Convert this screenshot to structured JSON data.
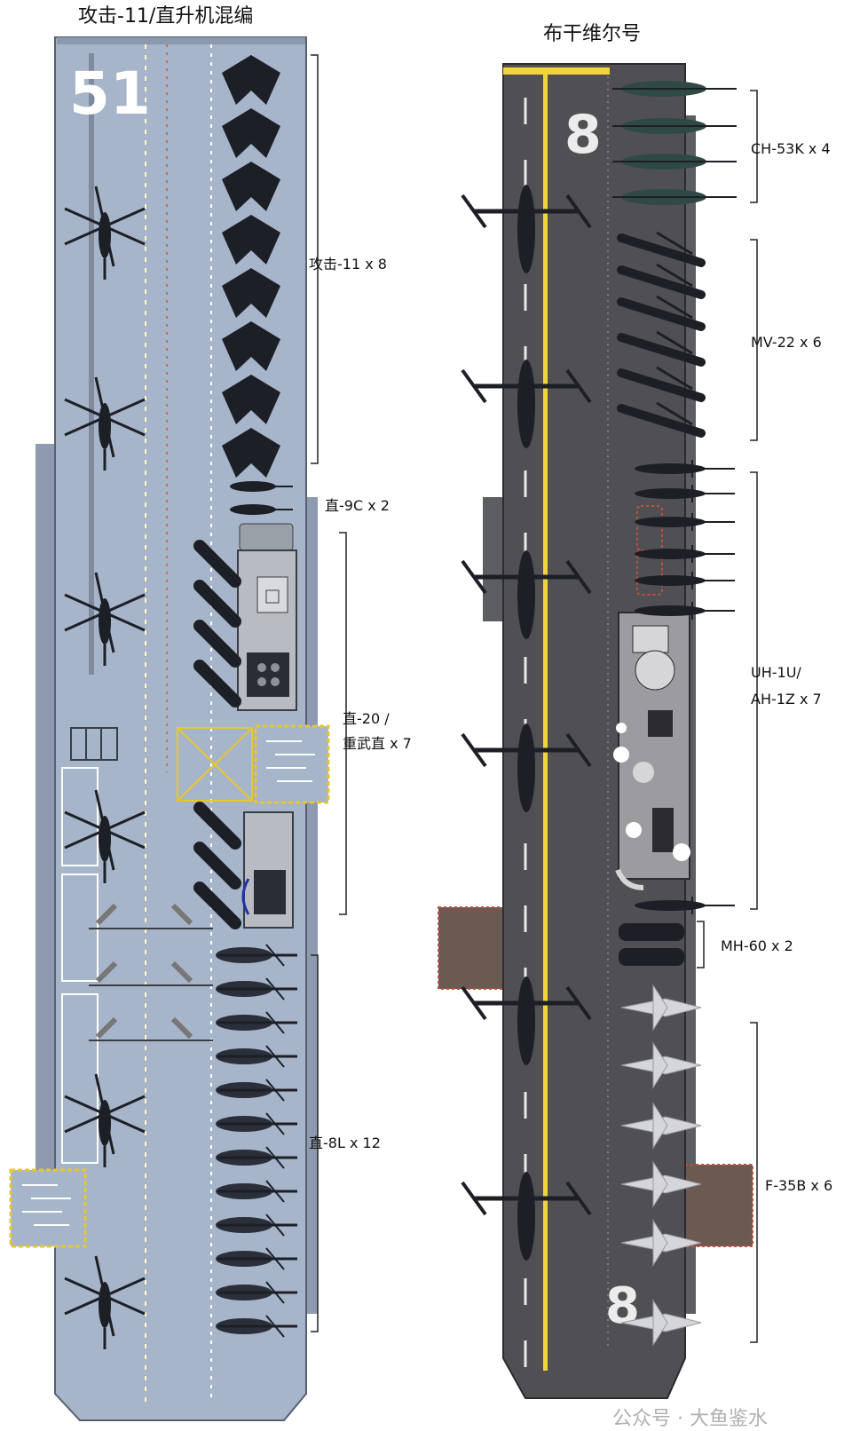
{
  "titles": {
    "left": "攻击-11/直升机混编",
    "right": "布干维尔号"
  },
  "hull_numbers": {
    "left": "51",
    "right_top": "8",
    "right_bottom": "8"
  },
  "left_labels": {
    "gj11": "攻击-11 x 8",
    "z9c": "直-9C x 2",
    "z20_line1": "直-20 /",
    "z20_line2": "重武直 x 7",
    "z8l": "直-8L x 12"
  },
  "right_labels": {
    "ch53": "CH-53K x 4",
    "mv22": "MV-22 x 6",
    "uh1_line1": "UH-1U/",
    "uh1_line2": "AH-1Z x 7",
    "mh60": "MH-60 x 2",
    "f35": "F-35B x 6"
  },
  "watermark": "公众号 · 大鱼鉴水",
  "colors": {
    "left_deck": "#a7b5ca",
    "right_deck": "#505054",
    "aircraft_dark": "#1c1f26",
    "yellow_line": "#f0d43a",
    "outline": "#3a3d44"
  }
}
